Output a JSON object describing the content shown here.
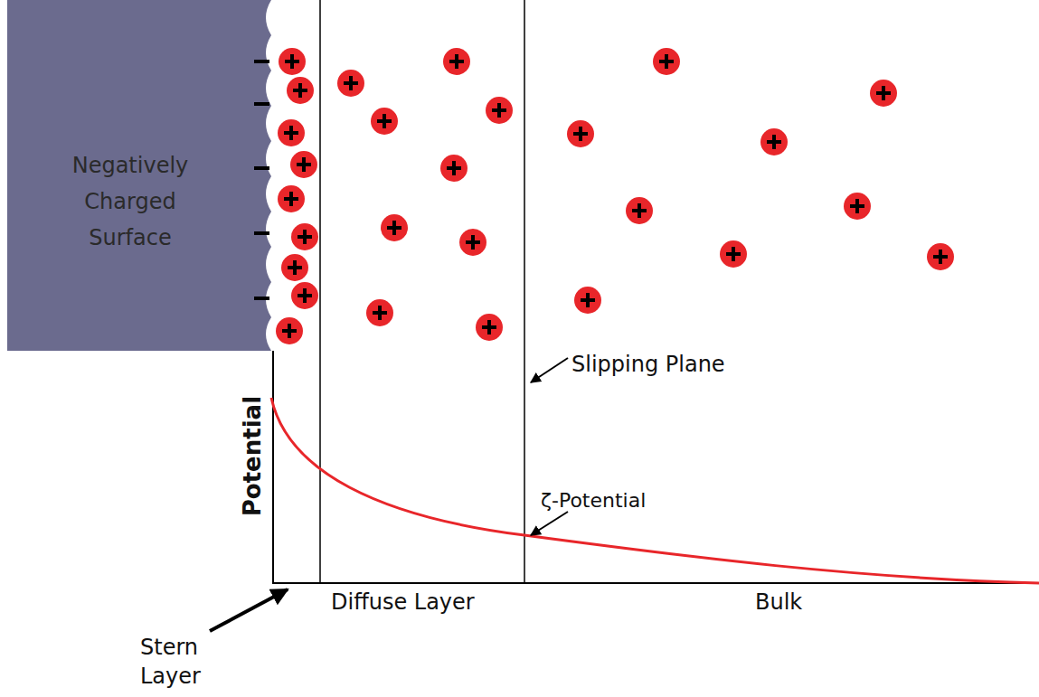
{
  "diagram": {
    "nodes": [
      {
        "text": [
          "Negatively Charged Surface"
        ]
      }
    ],
    "labels": [
      "Slipping Plane",
      "ζ-Potential",
      "Potential",
      "Diffuse Layer",
      "Bulk",
      "Stern Layer"
    ]
  }
}
